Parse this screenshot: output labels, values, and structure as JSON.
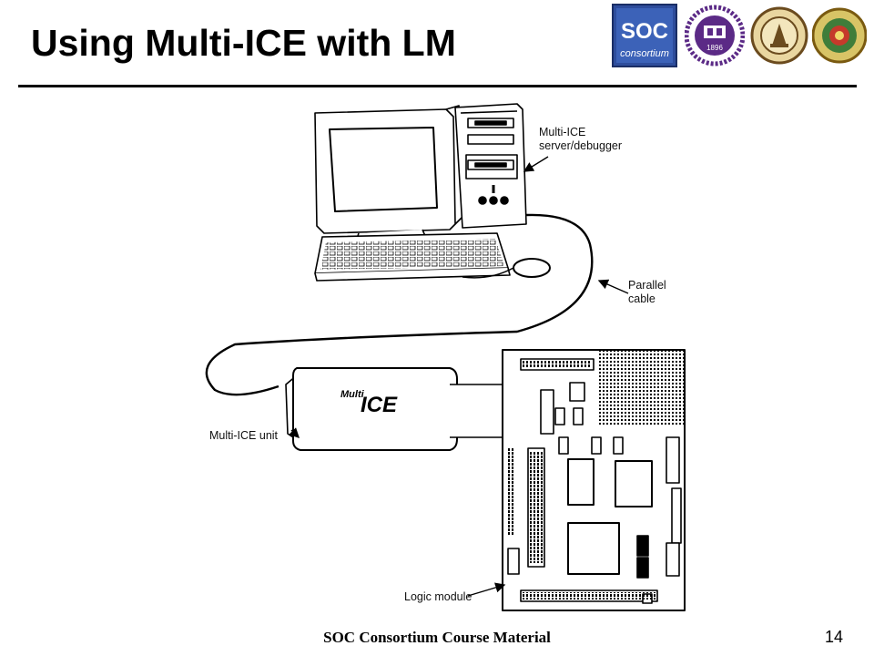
{
  "slide": {
    "title": "Using Multi-ICE with LM",
    "footer": "SOC Consortium Course Material",
    "page_number": "14"
  },
  "logos": [
    {
      "name": "soc-consortium-logo",
      "line1": "SOC",
      "line2": "consortium"
    },
    {
      "name": "university-seal-1896-logo",
      "text": "1896"
    },
    {
      "name": "university-seal-logo-2"
    },
    {
      "name": "university-seal-logo-3"
    }
  ],
  "figure": {
    "labels": {
      "server": "Multi-ICE\nserver/debugger",
      "cable": "Parallel\ncable",
      "unit": "Multi-ICE unit",
      "logic": "Logic module"
    },
    "device_text": {
      "small": "Multi",
      "large": "ICE"
    }
  }
}
